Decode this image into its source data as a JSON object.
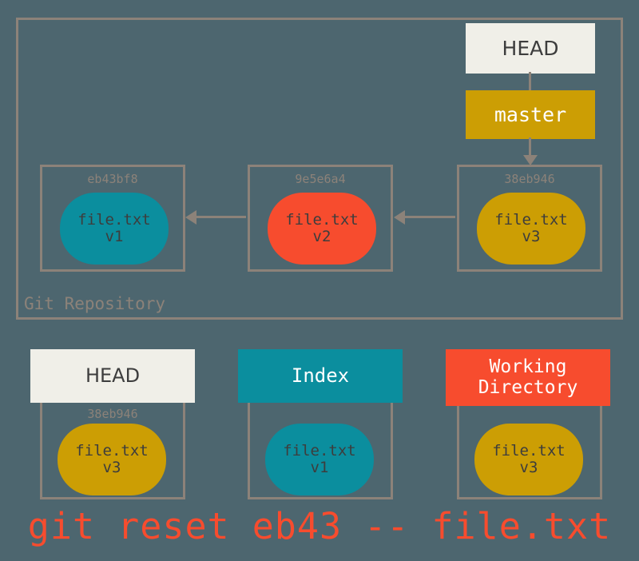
{
  "diagram": {
    "background_color": "#4d666f",
    "border_color": "#8c8279",
    "repository": {
      "label": "Git Repository",
      "pointers": [
        {
          "name": "HEAD",
          "label": "HEAD",
          "color": "#f0efe8",
          "text_color": "#3d3d3d"
        },
        {
          "name": "branch",
          "label": "master",
          "color": "#cc9e04",
          "text_color": "#ffffff"
        }
      ],
      "commits": [
        {
          "sha": "eb43bf8",
          "blob_file": "file.txt",
          "blob_version": "v1",
          "blob_color": "#0b8e9e"
        },
        {
          "sha": "9e5e6a4",
          "blob_file": "file.txt",
          "blob_version": "v2",
          "blob_color": "#f74c2e"
        },
        {
          "sha": "38eb946",
          "blob_file": "file.txt",
          "blob_version": "v3",
          "blob_color": "#cc9e04"
        }
      ]
    },
    "areas": [
      {
        "title": "HEAD",
        "title_color": "#f0efe8",
        "title_text_color": "#3d3d3d",
        "sha": "38eb946",
        "blob_file": "file.txt",
        "blob_version": "v3",
        "blob_color": "#cc9e04"
      },
      {
        "title": "Index",
        "title_color": "#0b8e9e",
        "title_text_color": "#ffffff",
        "sha": "",
        "blob_file": "file.txt",
        "blob_version": "v1",
        "blob_color": "#0b8e9e"
      },
      {
        "title": "Working\nDirectory",
        "title_line1": "Working",
        "title_line2": "Directory",
        "title_color": "#f74c2e",
        "title_text_color": "#ffffff",
        "sha": "",
        "blob_file": "file.txt",
        "blob_version": "v3",
        "blob_color": "#cc9e04"
      }
    ],
    "command": "git reset eb43 -- file.txt",
    "command_color": "#f74c2e"
  }
}
